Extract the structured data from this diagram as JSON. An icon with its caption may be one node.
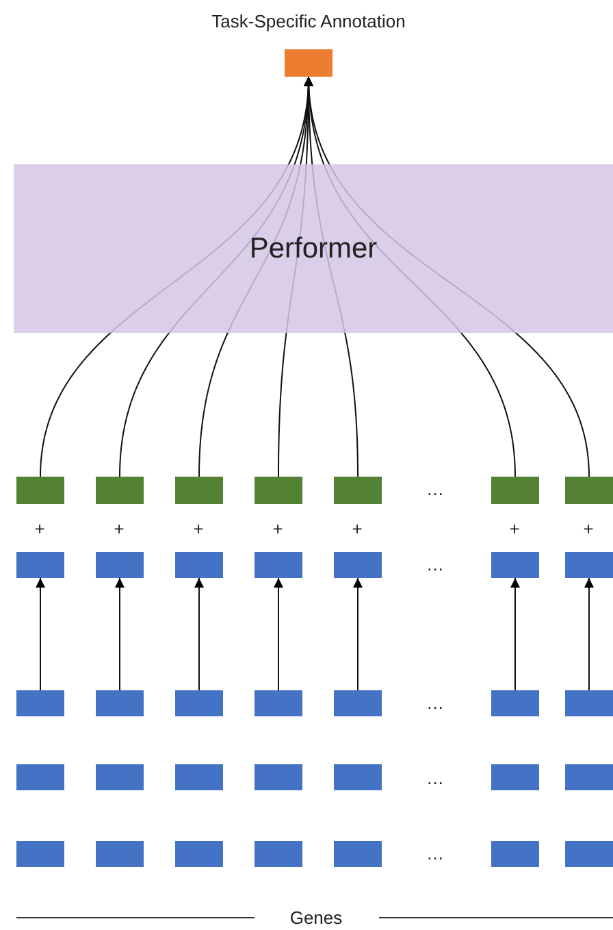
{
  "diagram": {
    "nodes": [
      {
        "text": [],
        "shape": "box",
        "beside": [
          "Task-Specific Annotation"
        ]
      },
      {
        "text": [
          "Performer"
        ]
      },
      {
        "text": [],
        "shape": "box"
      },
      {
        "text": [],
        "shape": "box"
      },
      {
        "text": [],
        "shape": "box"
      },
      {
        "text": [],
        "shape": "box"
      },
      {
        "text": [],
        "shape": "box"
      },
      {
        "text": [],
        "shape": "box"
      },
      {
        "text": [],
        "shape": "box"
      },
      {
        "text": [],
        "shape": "box"
      },
      {
        "text": [],
        "shape": "box"
      },
      {
        "text": [],
        "shape": "box"
      },
      {
        "text": [],
        "shape": "box"
      },
      {
        "text": [],
        "shape": "box"
      },
      {
        "text": [],
        "shape": "box"
      },
      {
        "text": [],
        "shape": "box"
      },
      {
        "text": [],
        "shape": "box"
      },
      {
        "text": [],
        "shape": "box"
      },
      {
        "text": [],
        "shape": "box"
      },
      {
        "text": [],
        "shape": "box"
      },
      {
        "text": [],
        "shape": "box"
      },
      {
        "text": [],
        "shape": "box"
      },
      {
        "text": [],
        "shape": "box"
      },
      {
        "text": [],
        "shape": "box"
      },
      {
        "text": [],
        "shape": "box"
      },
      {
        "text": [],
        "shape": "box"
      },
      {
        "text": [],
        "shape": "box"
      },
      {
        "text": [],
        "shape": "box"
      },
      {
        "text": [],
        "shape": "box"
      },
      {
        "text": [],
        "shape": "box"
      },
      {
        "text": [],
        "shape": "box"
      },
      {
        "text": [],
        "shape": "box"
      },
      {
        "text": [],
        "shape": "box"
      },
      {
        "text": [],
        "shape": "box"
      },
      {
        "text": [],
        "shape": "box"
      },
      {
        "text": [],
        "shape": "box"
      },
      {
        "text": [],
        "shape": "box"
      }
    ],
    "edges": [
      {
        "from": 2,
        "to": 1,
        "arrow": "none"
      },
      {
        "from": 3,
        "to": 1,
        "arrow": "none"
      },
      {
        "from": 4,
        "to": 1,
        "arrow": "none"
      },
      {
        "from": 5,
        "to": 1,
        "arrow": "none"
      },
      {
        "from": 6,
        "to": 1,
        "arrow": "none"
      },
      {
        "from": 7,
        "to": 1,
        "arrow": "none"
      },
      {
        "from": 8,
        "to": 1,
        "arrow": "none"
      },
      {
        "from": 1,
        "to": 0,
        "arrow": "to"
      },
      {
        "from": 1,
        "to": 0,
        "arrow": "to"
      },
      {
        "from": 1,
        "to": 0,
        "arrow": "to"
      },
      {
        "from": 1,
        "to": 0,
        "arrow": "to"
      },
      {
        "from": 1,
        "to": 0,
        "arrow": "to"
      },
      {
        "from": 1,
        "to": 0,
        "arrow": "to"
      },
      {
        "from": 1,
        "to": 0,
        "arrow": "to"
      },
      {
        "from": 16,
        "to": 9,
        "arrow": "to"
      },
      {
        "from": 17,
        "to": 10,
        "arrow": "to"
      },
      {
        "from": 18,
        "to": 11,
        "arrow": "to"
      },
      {
        "from": 19,
        "to": 12,
        "arrow": "to"
      },
      {
        "from": 20,
        "to": 13,
        "arrow": "to"
      },
      {
        "from": 21,
        "to": 14,
        "arrow": "to"
      },
      {
        "from": 22,
        "to": 15,
        "arrow": "to"
      }
    ],
    "labels": [
      "…",
      "+",
      "+",
      "+",
      "+",
      "+",
      "+",
      "+",
      "…",
      "…",
      "…",
      "…",
      "Genes"
    ]
  }
}
